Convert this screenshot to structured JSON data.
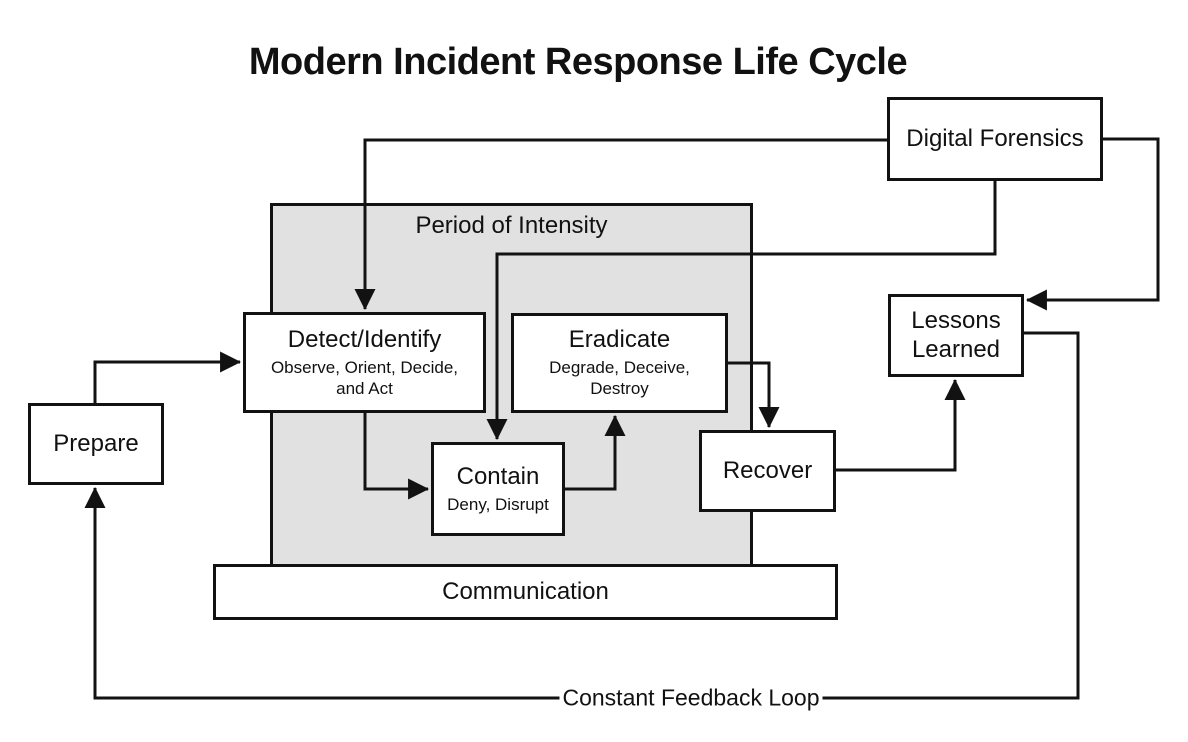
{
  "title": "Modern Incident Response Life Cycle",
  "colors": {
    "background": "#ffffff",
    "line": "#121212",
    "box_fill": "#ffffff",
    "box_border": "#121212",
    "intensity_fill": "#e1e1e1",
    "text": "#111111"
  },
  "nodes": {
    "prepare": {
      "label": "Prepare"
    },
    "detect": {
      "label": "Detect/Identify",
      "sublabel": "Observe, Orient, Decide, and Act"
    },
    "contain": {
      "label": "Contain",
      "sublabel": "Deny, Disrupt"
    },
    "eradicate": {
      "label": "Eradicate",
      "sublabel": "Degrade, Deceive, Destroy"
    },
    "recover": {
      "label": "Recover"
    },
    "lessons_learned": {
      "label": "Lessons Learned"
    },
    "digital_forensics": {
      "label": "Digital Forensics"
    },
    "period_of_intensity": {
      "label": "Period of Intensity"
    },
    "communication": {
      "label": "Communication"
    }
  },
  "annotations": {
    "feedback_loop_label": "Constant Feedback Loop"
  },
  "edges": [
    {
      "from": "Prepare",
      "to": "Detect/Identify"
    },
    {
      "from": "Digital Forensics",
      "to": "Detect/Identify"
    },
    {
      "from": "Digital Forensics",
      "to": "Contain"
    },
    {
      "from": "Digital Forensics",
      "to": "Lessons Learned"
    },
    {
      "from": "Detect/Identify",
      "to": "Contain"
    },
    {
      "from": "Contain",
      "to": "Eradicate"
    },
    {
      "from": "Eradicate",
      "to": "Recover"
    },
    {
      "from": "Recover",
      "to": "Lessons Learned"
    },
    {
      "from": "Lessons Learned",
      "to": "Prepare",
      "label": "Constant Feedback Loop"
    }
  ]
}
